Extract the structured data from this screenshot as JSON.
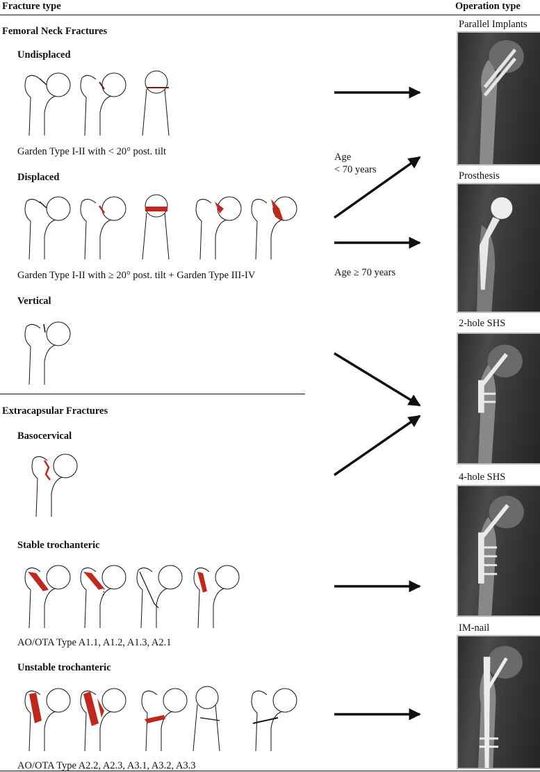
{
  "header": {
    "left": "Fracture type",
    "right": "Operation type"
  },
  "sections": {
    "femoral_neck": "Femoral Neck Fractures",
    "extracapsular": "Extracapsular Fractures"
  },
  "groups": {
    "undisplaced": {
      "title": "Undisplaced",
      "caption": "Garden Type I-II with < 20° post. tilt"
    },
    "displaced": {
      "title": "Displaced",
      "caption": "Garden Type I-II with ≥ 20° post. tilt + Garden Type III-IV"
    },
    "vertical": {
      "title": "Vertical"
    },
    "basocervical": {
      "title": "Basocervical"
    },
    "stable": {
      "title": "Stable trochanteric",
      "caption": "AO/OTA Type A1.1, A1.2, A1.3, A2.1"
    },
    "unstable": {
      "title": "Unstable trochanteric",
      "caption": "AO/OTA Type A2.2, A2.3, A3.1, A3.2, A3.3"
    }
  },
  "age_labels": {
    "under": "Age\n< 70 years",
    "under_line1": "Age",
    "under_line2": "< 70 years",
    "over": "Age ≥ 70 years"
  },
  "operations": [
    {
      "label": "Parallel Implants",
      "implant": "parallel-screws"
    },
    {
      "label": "Prosthesis",
      "implant": "hip-prosthesis"
    },
    {
      "label": "2-hole SHS",
      "implant": "sliding-hip-screw-2"
    },
    {
      "label": "4-hole SHS",
      "implant": "sliding-hip-screw-4"
    },
    {
      "label": "IM-nail",
      "implant": "intramedullary-nail"
    }
  ],
  "colors": {
    "fracture": "#c0281e",
    "line": "#111111",
    "xray_border": "#bdbdbd"
  }
}
